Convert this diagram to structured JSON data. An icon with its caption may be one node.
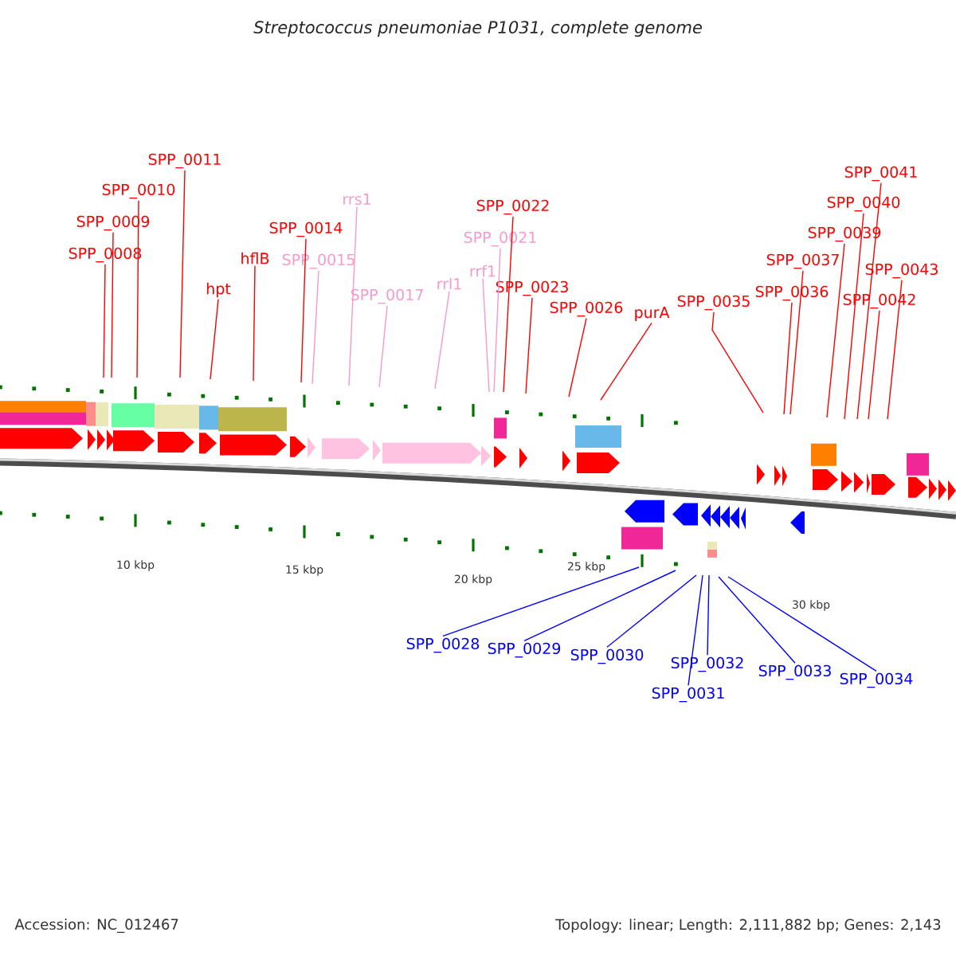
{
  "diagram": {
    "title": "Streptococcus pneumoniae P1031, complete genome",
    "nodes": [
      {
        "text": [
          "SPP_0008"
        ]
      },
      {
        "text": [
          "SPP_0009"
        ]
      },
      {
        "text": [
          "SPP_0010"
        ]
      },
      {
        "text": [
          "SPP_0011"
        ]
      },
      {
        "text": [
          "hpt"
        ]
      },
      {
        "text": [
          "hflB"
        ]
      },
      {
        "text": [
          "SPP_0014"
        ]
      },
      {
        "text": [
          "SPP_0015"
        ]
      },
      {
        "text": [
          "rrs1"
        ]
      },
      {
        "text": [
          "SPP_0017"
        ]
      },
      {
        "text": [
          "rrl1"
        ]
      },
      {
        "text": [
          "rrf1"
        ]
      },
      {
        "text": [
          "SPP_0021"
        ]
      },
      {
        "text": [
          "SPP_0022"
        ]
      },
      {
        "text": [
          "SPP_0023"
        ]
      },
      {
        "text": [
          "SPP_0026"
        ]
      },
      {
        "text": [
          "purA"
        ]
      },
      {
        "text": [
          "SPP_0035"
        ]
      },
      {
        "text": [
          "SPP_0036"
        ]
      },
      {
        "text": [
          "SPP_0037"
        ]
      },
      {
        "text": [
          "SPP_0039"
        ]
      },
      {
        "text": [
          "SPP_0040"
        ]
      },
      {
        "text": [
          "SPP_0041"
        ]
      },
      {
        "text": [
          "SPP_0042"
        ]
      },
      {
        "text": [
          "SPP_0043"
        ]
      },
      {
        "text": [
          "SPP_0028"
        ]
      },
      {
        "text": [
          "SPP_0029"
        ]
      },
      {
        "text": [
          "SPP_0030"
        ]
      },
      {
        "text": [
          "SPP_0031"
        ]
      },
      {
        "text": [
          "SPP_0032"
        ]
      },
      {
        "text": [
          "SPP_0033"
        ]
      },
      {
        "text": [
          "SPP_0034"
        ]
      }
    ],
    "edges": [
      {
        "from": 0,
        "to": null,
        "arrow": "none"
      },
      {
        "from": 1,
        "to": null,
        "arrow": "none"
      },
      {
        "from": 2,
        "to": null,
        "arrow": "none"
      },
      {
        "from": 3,
        "to": null,
        "arrow": "none"
      },
      {
        "from": 4,
        "to": null,
        "arrow": "none"
      },
      {
        "from": 5,
        "to": null,
        "arrow": "none"
      },
      {
        "from": 6,
        "to": null,
        "arrow": "none"
      },
      {
        "from": 7,
        "to": null,
        "arrow": "none",
        "color": "#f799cc"
      },
      {
        "from": 8,
        "to": null,
        "arrow": "none",
        "color": "#f799cc"
      },
      {
        "from": 9,
        "to": null,
        "arrow": "none",
        "color": "#f799cc"
      },
      {
        "from": 10,
        "to": null,
        "arrow": "none",
        "color": "#f799cc"
      },
      {
        "from": 11,
        "to": null,
        "arrow": "none",
        "color": "#f799cc"
      },
      {
        "from": 12,
        "to": null,
        "arrow": "none",
        "color": "#f799cc"
      },
      {
        "from": 13,
        "to": null,
        "arrow": "none"
      },
      {
        "from": 14,
        "to": null,
        "arrow": "none"
      },
      {
        "from": 15,
        "to": null,
        "arrow": "none"
      },
      {
        "from": 16,
        "to": null,
        "arrow": "none"
      },
      {
        "from": 17,
        "to": null,
        "arrow": "none"
      },
      {
        "from": 18,
        "to": null,
        "arrow": "none"
      },
      {
        "from": 19,
        "to": null,
        "arrow": "none"
      },
      {
        "from": 20,
        "to": null,
        "arrow": "none"
      },
      {
        "from": 21,
        "to": null,
        "arrow": "none"
      },
      {
        "from": 22,
        "to": null,
        "arrow": "none"
      },
      {
        "from": 23,
        "to": null,
        "arrow": "none"
      },
      {
        "from": 24,
        "to": null,
        "arrow": "none"
      },
      {
        "from": 25,
        "to": null,
        "arrow": "none",
        "color": "#0000ff"
      },
      {
        "from": 26,
        "to": null,
        "arrow": "none",
        "color": "#0000ff"
      },
      {
        "from": 27,
        "to": null,
        "arrow": "none",
        "color": "#0000ff"
      },
      {
        "from": 28,
        "to": null,
        "arrow": "none",
        "color": "#0000ff"
      },
      {
        "from": 29,
        "to": null,
        "arrow": "none",
        "color": "#0000ff"
      },
      {
        "from": 30,
        "to": null,
        "arrow": "none",
        "color": "#0000ff"
      },
      {
        "from": 31,
        "to": null,
        "arrow": "none",
        "color": "#0000ff"
      }
    ],
    "labels": [
      "10 kbp",
      "15 kbp",
      "20 kbp",
      "25 kbp",
      "30 kbp",
      "Accession: NC_012467",
      "Topology: linear; Length: 2,111,882 bp; Genes: 2,143"
    ]
  }
}
